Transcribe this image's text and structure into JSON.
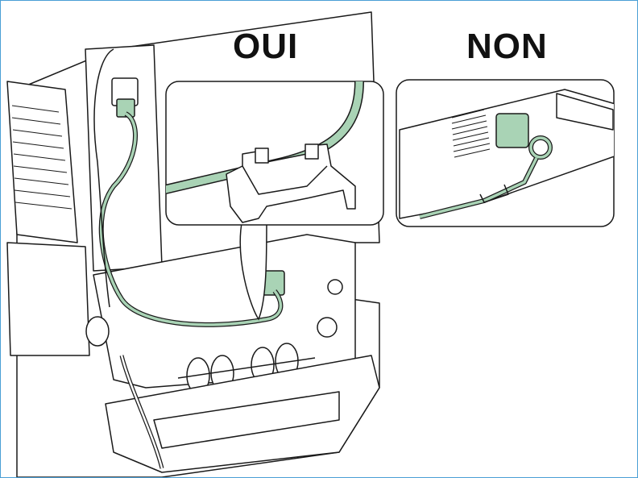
{
  "labels": {
    "correct": "OUI",
    "incorrect": "NON"
  },
  "colors": {
    "frame_border": "#4a9fd6",
    "cable_green": "#a9d3b5",
    "outline": "#1a1a1a"
  },
  "icons": {
    "correct_view": "zoom-inset-cable-clipped",
    "incorrect_view": "zoom-inset-cable-loose"
  }
}
